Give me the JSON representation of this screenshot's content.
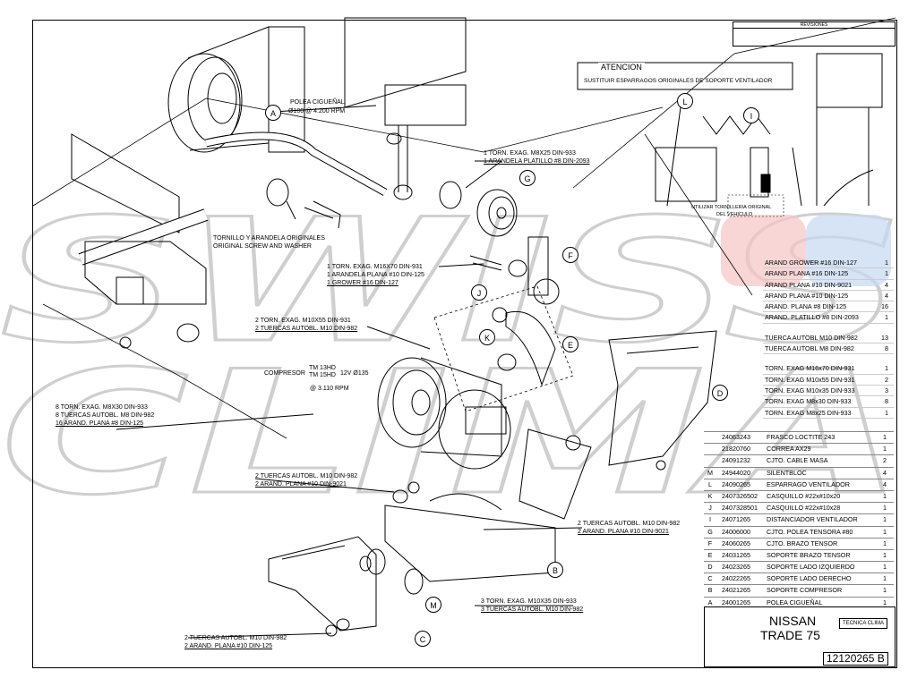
{
  "watermark": {
    "line1": "SWISS",
    "line2": "CLIMA"
  },
  "labels": {
    "polea_ciguenal": "POLEA CIGUEÑAL",
    "polea_ciguenal_spec": "ø100 @ 4.200 rpm",
    "tornillo_originales": "TORNILLO Y ARANDELA ORIGINALES",
    "original_screw": "ORIGINAL SCREW AND WASHER",
    "torn_m8x25": "1 TORN. EXAG. M8x25 DIN-933",
    "arandela_platillo": "1 ARANDELA PLATILLO #8 DIN-2093",
    "torn_m16x70": "1 TORN. EXAG. M16x70 DIN-931",
    "arandela_plana_10": "1 ARANDELA PLANA #10 DIN-125",
    "grower_16": "1 GROWER #16 DIN-127",
    "torn_m10x55": "2 TORN. EXAG. M10x55 DIN-931",
    "tuercas_m10_2": "2 TUERCAS AUTOBL. M10 DIN-982",
    "compresor": "COMPRESOR",
    "compresor_tm1": "TM 13HD",
    "compresor_tm2": "TM 15HD",
    "compresor_volt": "12v  ø135",
    "compresor_rpm": "@ 3.110 rpm",
    "torn_m8x30": "8 TORN. EXAG. M8x30 DIN-933",
    "tuercas_m8": "8 TUERCAS AUTOBL. M8 DIN-982",
    "arand_plana_8": "16 ARAND. PLANA #8 DIN-125",
    "tuercas_m10_b": "2 TUERCAS AUTOBL. M10 DIN-982",
    "arand_plana_10_9021": "2 ARAND. PLANA #10 DIN-9021",
    "tuercas_m10_c": "2 TUERCAS AUTOBL. M10 DIN-982",
    "arand_plana_10_9021_c": "2 ARAND. PLANA #10 DIN-9021",
    "torn_m10x35": "3 TORN. EXAG. M10x35 DIN-933",
    "tuercas_m10_3": "3 TUERCAS AUTOBL. M10 DIN-982",
    "tuercas_m10_d": "2 TUERCAS AUTOBL. M10 DIN-982",
    "arand_plana_10_125": "2 ARAND. PLANA #10 DIN-125",
    "atencion": "ATENCION",
    "atencion_text": "SUSTITUIR ESPARRAGOS ORIGINALES DE SOPORTE VENTILADOR",
    "utilizar": "UTILIZAR TORNILLERIA ORIGINAL",
    "del_vehiculo": "DEL VEHICULO"
  },
  "callouts": [
    "A",
    "B",
    "C",
    "D",
    "E",
    "F",
    "G",
    "I",
    "J",
    "K",
    "L",
    "M"
  ],
  "parts_hardware": [
    {
      "desc": "ARAND GROWER #16 DIN-127",
      "qty": "1"
    },
    {
      "desc": "ARAND PLANA #16 DIN-125",
      "qty": "1"
    },
    {
      "desc": "ARAND PLANA #10 DIN-9021",
      "qty": "4"
    },
    {
      "desc": "ARAND PLANA #10 DIN-125",
      "qty": "4"
    },
    {
      "desc": "ARAND. PLANA #8 DIN-125",
      "qty": "16"
    },
    {
      "desc": "ARAND. PLATILLO #8 DIN-2093",
      "qty": "1"
    },
    {
      "gap": true
    },
    {
      "desc": "TUERCA AUTOBL M10 DIN-982",
      "qty": "13"
    },
    {
      "desc": "TUERCA AUTOBL M8 DIN-982",
      "qty": "8"
    },
    {
      "gap": true
    },
    {
      "desc": "TORN. EXAG M16x70 DIN-931",
      "qty": "1"
    },
    {
      "desc": "TORN. EXAG M10x55 DIN-931",
      "qty": "2"
    },
    {
      "desc": "TORN. EXAG M10x35 DIN-933",
      "qty": "3"
    },
    {
      "desc": "TORN. EXAG M8x30 DIN-933",
      "qty": "8"
    },
    {
      "desc": "TORN. EXAG M8x25 DIN-933",
      "qty": "1"
    }
  ],
  "parts_list": [
    {
      "item": "",
      "code": "24063243",
      "desc": "FRASCO LOCTITE 243",
      "qty": "1"
    },
    {
      "item": "",
      "code": "21820760",
      "desc": "CORREA AX29",
      "qty": "1"
    },
    {
      "item": "",
      "code": "24091232",
      "desc": "CJTO. CABLE MASA",
      "qty": "2"
    },
    {
      "item": "M",
      "code": "24944020",
      "desc": "SILENTBLOC",
      "qty": "4"
    },
    {
      "item": "L",
      "code": "24090265",
      "desc": "ESPARRAGO VENTILADOR",
      "qty": "4"
    },
    {
      "item": "K",
      "code": "2407326502",
      "desc": "CASQUILLO #22x#10x20",
      "qty": "1"
    },
    {
      "item": "J",
      "code": "2407328501",
      "desc": "CASQUILLO #22x#10x28",
      "qty": "1"
    },
    {
      "item": "I",
      "code": "24071265",
      "desc": "DISTANCIADOR VENTILADOR",
      "qty": "1"
    },
    {
      "item": "G",
      "code": "24006000",
      "desc": "CJTO. POLEA TENSORA #80",
      "qty": "1"
    },
    {
      "item": "F",
      "code": "24060265",
      "desc": "CJTO. BRAZO TENSOR",
      "qty": "1"
    },
    {
      "item": "E",
      "code": "24031265",
      "desc": "SOPORTE BRAZO TENSOR",
      "qty": "1"
    },
    {
      "item": "D",
      "code": "24023265",
      "desc": "SOPORTE LADO IZQUIERDO",
      "qty": "1"
    },
    {
      "item": "C",
      "code": "24022265",
      "desc": "SOPORTE LADO DERECHO",
      "qty": "1"
    },
    {
      "item": "B",
      "code": "24021265",
      "desc": "SOPORTE COMPRESOR",
      "qty": "1"
    },
    {
      "item": "A",
      "code": "24001265",
      "desc": "POLEA CIGUEÑAL",
      "qty": "1"
    }
  ],
  "title_block": {
    "vehicle1": "NISSAN",
    "vehicle2": "TRADE  75",
    "drawing_number": "12120265",
    "revision": "B",
    "company": "TECNICA CLIMA"
  },
  "revisions": {
    "header": "REVISIONES"
  },
  "colors": {
    "line": "#000000",
    "watermark": "#d9d9d9",
    "red": "#f4a3a3",
    "blue": "#a9c7ee"
  }
}
